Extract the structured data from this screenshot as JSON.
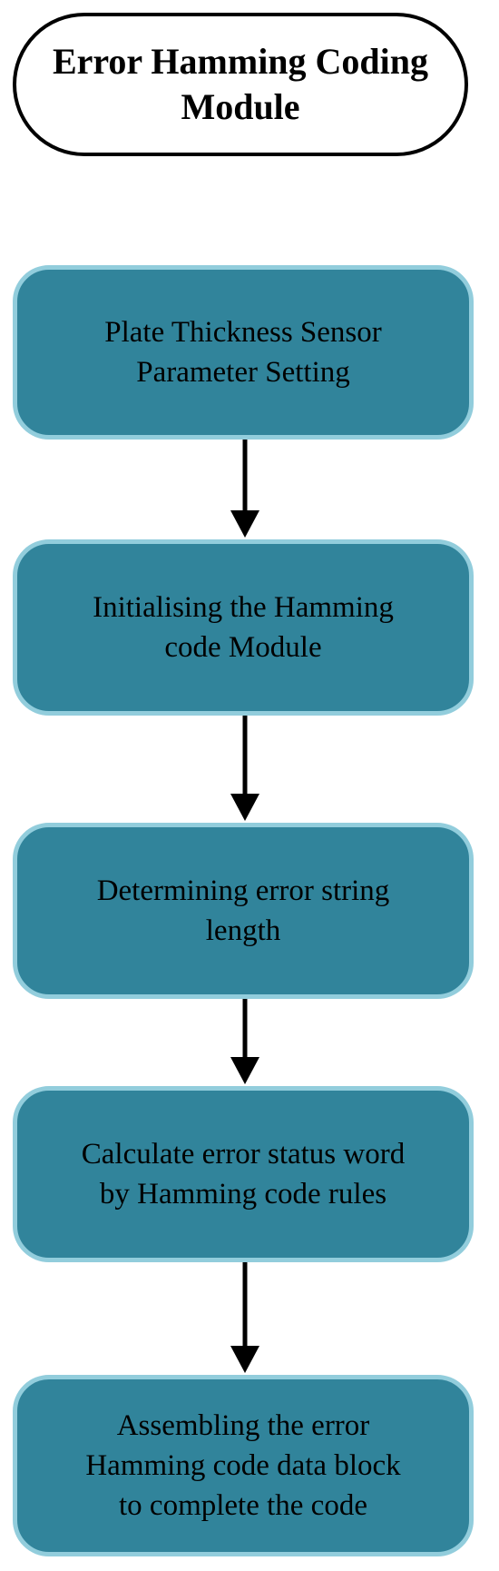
{
  "start": {
    "label": "Error Hamming Coding Module"
  },
  "steps": [
    {
      "label": "Plate Thickness Sensor\nParameter Setting"
    },
    {
      "label": "Initialising the Hamming\ncode Module"
    },
    {
      "label": "Determining error string\nlength"
    },
    {
      "label": "Calculate error status word\nby Hamming code rules"
    },
    {
      "label": "Assembling the error\nHamming code data block\nto complete the code"
    }
  ],
  "colors": {
    "step_fill": "#31849b",
    "step_border": "#92cddc",
    "terminal_border": "#000000",
    "arrow": "#000000"
  }
}
